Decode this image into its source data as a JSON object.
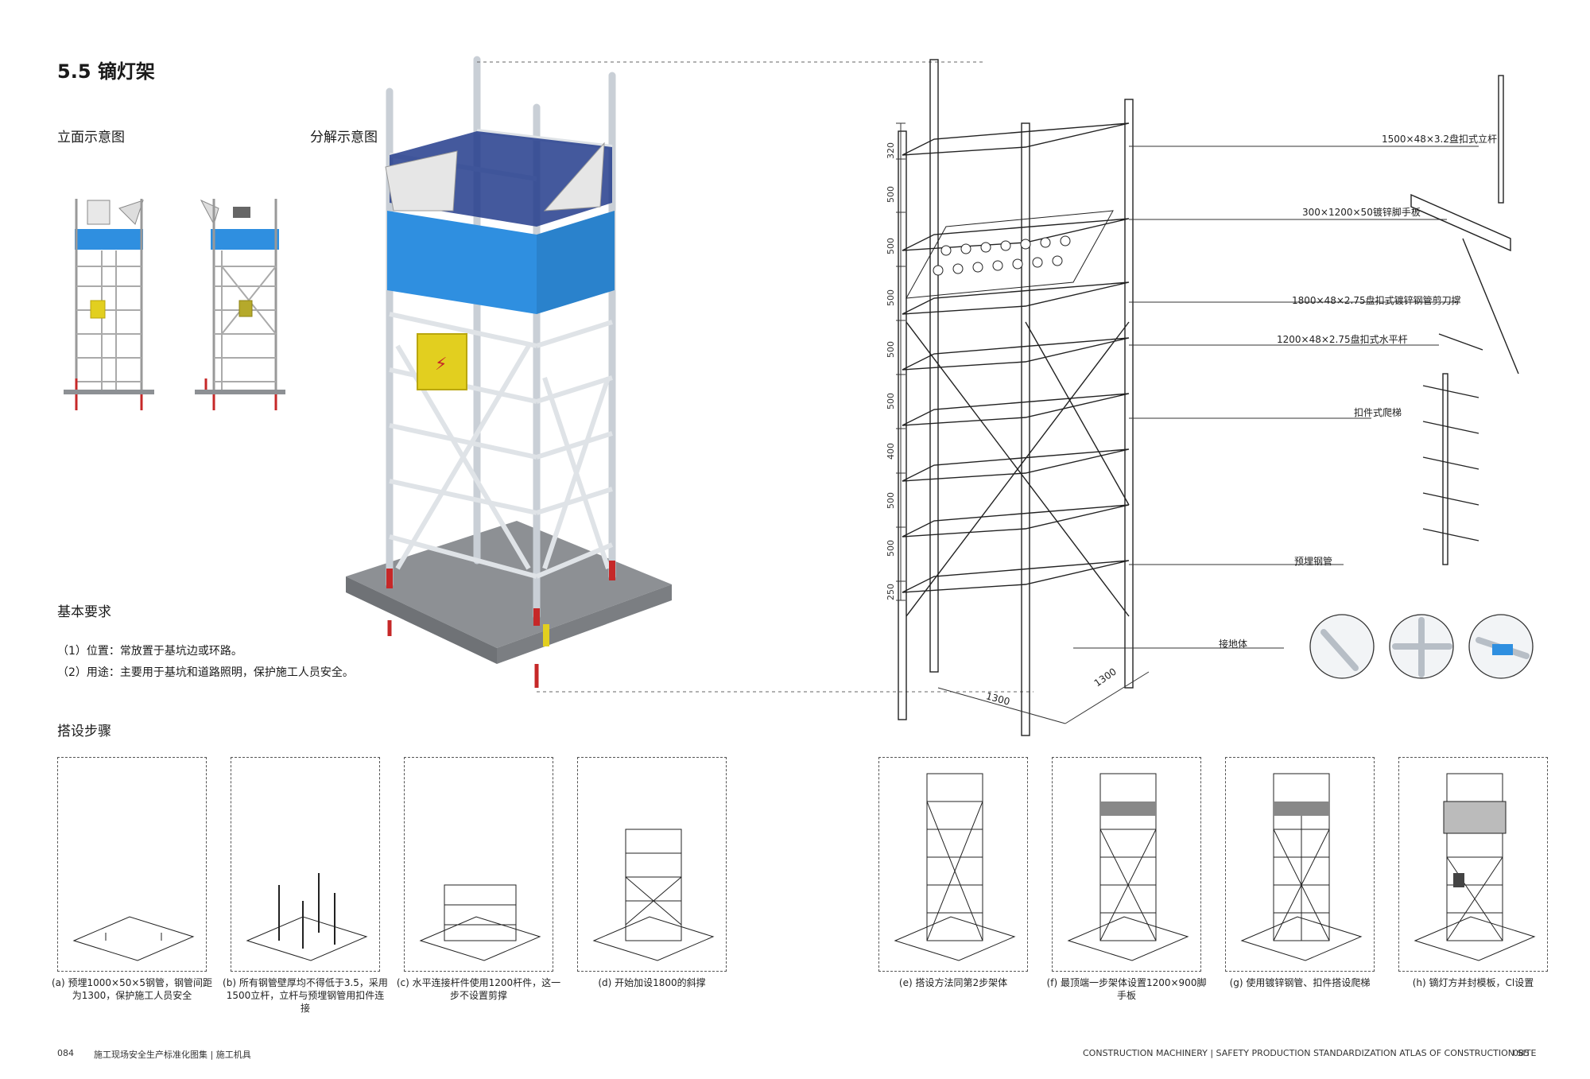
{
  "section_title": "5.5 镝灯架",
  "labels": {
    "elevation": "立面示意图",
    "exploded": "分解示意图",
    "basic_requirements": "基本要求",
    "erection_steps": "搭设步骤"
  },
  "requirements": [
    "（1）位置：常放置于基坑边或环路。",
    "（2）用途：主要用于基坑和道路照明，保护施工人员安全。"
  ],
  "callouts": [
    "1500×48×3.2盘扣式立杆",
    "300×1200×50镀锌脚手板",
    "1800×48×2.75盘扣式镀锌钢管剪刀撑",
    "1200×48×2.75盘扣式水平杆",
    "扣件式爬梯",
    "预埋钢管",
    "接地体"
  ],
  "dimensions": {
    "vertical": [
      "320",
      "500",
      "500",
      "500",
      "500",
      "500",
      "400",
      "500",
      "500",
      "250"
    ],
    "plan_x": "1300",
    "plan_y": "1300"
  },
  "steps": [
    {
      "caption": "(a) 预埋1000×50×5钢管，钢管间距为1300，保护施工人员安全"
    },
    {
      "caption": "(b) 所有钢管壁厚均不得低于3.5，采用1500立杆，立杆与预埋钢管用扣件连接"
    },
    {
      "caption": "(c) 水平连接杆件使用1200杆件，这一步不设置剪撑"
    },
    {
      "caption": "(d) 开始加设1800的斜撑"
    },
    {
      "caption": "(e) 搭设方法同第2步架体"
    },
    {
      "caption": "(f) 最顶端一步架体设置1200×900脚手板"
    },
    {
      "caption": "(g) 使用镀锌钢管、扣件搭设爬梯"
    },
    {
      "caption": "(h) 镝灯方并封模板，Cl设置"
    }
  ],
  "footer": {
    "left_page": "084",
    "left_text": "施工现场安全生产标准化图集 | 施工机具",
    "right_text": "CONSTRUCTION MACHINERY | SAFETY PRODUCTION STANDARDIZATION ATLAS OF CONSTRUCTION SITE",
    "right_page": "085"
  },
  "colors": {
    "panel_blue": "#2f8fe0",
    "box_yellow": "#e2cf1f",
    "base_gray": "#8d9094",
    "pipe_red": "#c62828"
  }
}
